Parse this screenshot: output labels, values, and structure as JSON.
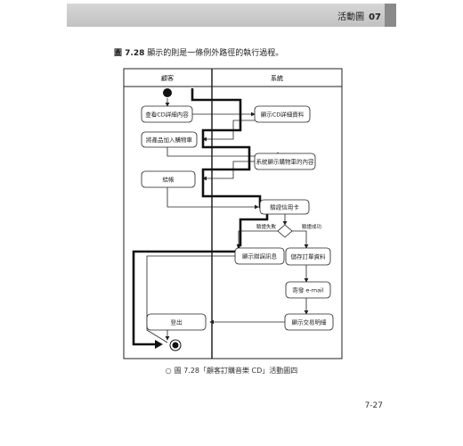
{
  "header": {
    "title": "活動圖",
    "chapter": "07"
  },
  "intro": {
    "figure_ref": "圖 7.28",
    "text": " 顯示的則是一條例外路徑的執行過程。"
  },
  "lanes": {
    "left": "顧客",
    "right": "系統"
  },
  "actions": {
    "view_cd": "查看CD詳細內容",
    "show_cd": "顯示CD詳細資料",
    "add_cart": "將產品加入購物車",
    "show_cart": "系統顯示購物車的內容",
    "checkout": "結帳",
    "verify_card": "驗證信用卡",
    "show_error": "顯示錯誤訊息",
    "save_order": "儲存訂單資料",
    "send_email": "寄發 e-mail",
    "show_detail": "顯示交易明細",
    "logout": "登出"
  },
  "guards": {
    "fail": "驗證失敗",
    "success": "驗證成功"
  },
  "caption": {
    "icon": "lightbulb-icon",
    "text": "圖 7.28「顧客訂購音樂 CD」活動圖四"
  },
  "page_number": "7-27"
}
